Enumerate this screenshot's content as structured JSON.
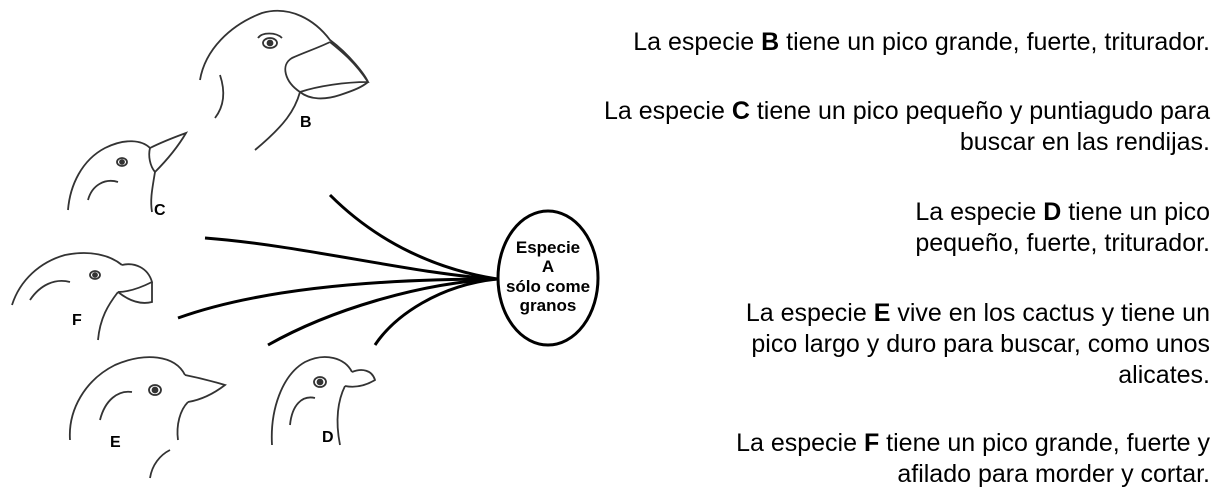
{
  "ancestor": {
    "line1": "Especie",
    "line2": "A",
    "line3": "sólo come",
    "line4": "granos"
  },
  "bird_labels": {
    "b": "B",
    "c": "C",
    "d": "D",
    "e": "E",
    "f": "F"
  },
  "descriptions": [
    {
      "pre": "La especie ",
      "letter": "B",
      "post": " tiene un pico grande, fuerte, triturador."
    },
    {
      "pre": "La especie ",
      "letter": "C",
      "post": " tiene un pico pequeño y puntiagudo para",
      "line2": "buscar en las rendijas."
    },
    {
      "pre": "La especie ",
      "letter": "D",
      "post": " tiene un pico",
      "line2": "pequeño, fuerte, triturador."
    },
    {
      "pre": "La especie ",
      "letter": "E",
      "post": " vive en los cactus y tiene un",
      "line2": "pico largo y duro para buscar, como unos",
      "line3": "alicates."
    },
    {
      "pre": "La especie ",
      "letter": "F",
      "post": " tiene un pico grande, fuerte y",
      "line2": "afilado para morder y cortar."
    }
  ],
  "colors": {
    "ink": "#000000",
    "sketch": "#333333",
    "background": "#ffffff"
  }
}
